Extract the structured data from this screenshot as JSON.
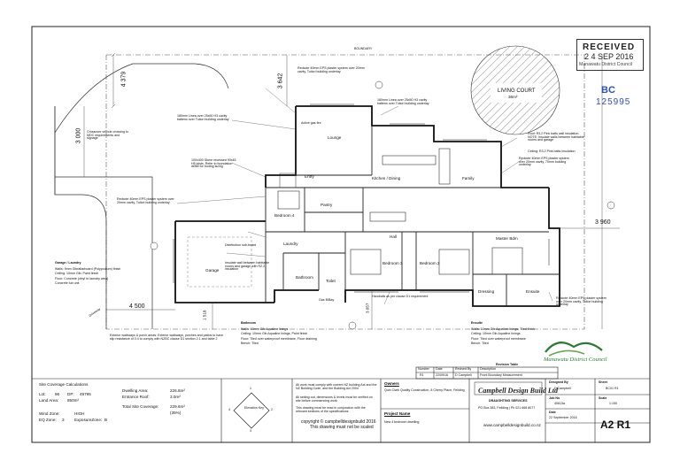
{
  "stamp": {
    "received": "RECEIVED",
    "date": "2 4 SEP 2016",
    "council": "Manawatu District Council"
  },
  "bc": {
    "label": "BC",
    "number": "125995"
  },
  "dims": {
    "d1": "4 379",
    "d2": "3 642",
    "d3": "3 000",
    "d4": "3 960",
    "d5": "4 500",
    "d6": "1 518",
    "d7": "3 057"
  },
  "rooms": {
    "living_court": "LIVING COURT",
    "living_court_area": "36m²",
    "lounge": "Lounge",
    "kitchen": "Kitchen / Dining",
    "family": "Family",
    "entry": "Entry",
    "bed4": "Bedroom 4",
    "pantry": "Pantry",
    "hall": "Hall",
    "bed3": "Bedroom 3",
    "bed2": "Bedroom 2",
    "master": "Master Bdm",
    "garage": "Garage",
    "bathroom": "Bathroom",
    "toilet": "Toilet",
    "laundry": "Laundry",
    "dressing": "Dressing",
    "ensuite": "Ensuite",
    "gas_bbq": "Gas B/Bay",
    "boundary": "BOUNDARY",
    "driveway": "Driveway"
  },
  "notes": [
    "Redcote 40mm EPS plaster system over 20mm cavity, Tuilori building underlay",
    "180mm Linea over 25x50 H3 cavity battens over Tuilori building underlay",
    "Active gas fire",
    "100x400 Stone recessed 90x45 H5 joists. Refer to foundation detail for footing sizing",
    "Crossover vehicle crossing to MDC requirements and signage",
    "Redcote 40mm EPS plaster system over 20mm cavity, Tuilori building underlay",
    "Distribution sub-board",
    "Insulate wall between habitable rooms and garage with R2.2 insulation",
    "Redcote 40mm EPS plaster system over 20mm cavity, 70mm building underlay",
    "180mm Linea over 25x50 H3 cavity battens over Tuilori building underlay",
    "Redcote 40mm EPS plaster system over 20mm cavity, Tuilori building underlay",
    "Roof: R3.2 Pink batts wall insulation. NOTE: Insulate walls between habitable rooms and garage",
    "Ceiling: R3.2 Pink batts insulation"
  ],
  "garage_spec": {
    "title": "Garage / Laundry",
    "lines": [
      "Walls: 9mm Gibraltarboard (Polypodium) finish",
      "Ceiling: 10mm Gib, Paint finish",
      "Floor: Concrete (vinyl to laundry area)",
      "Concrete tub unit"
    ]
  },
  "bath_spec": {
    "title": "Bathroom",
    "lines": [
      "Walls: 10mm Gib Aqualine linings",
      "Ceiling: 10mm Gib Aqualine linings, Paint finish",
      "Floor: Tiled over waterproof membrane, Floor draining",
      "Bench: Tiled"
    ]
  },
  "ensuite_spec": {
    "title": "Ensuite",
    "lines": [
      "Walls: 10mm Gib Aqualine linings, Tiled finish",
      "Ceiling: 10mm Gib Aqualine linings",
      "Floor: Tiled over waterproof membrane",
      "Bench: Tiled"
    ]
  },
  "exterior_note": "Exterior walkways & porch areas: Exterior walkways, porches and patios to have slip resistance of 0.4 to comply with NZBC clause D1 section 2.1 and table 2",
  "site": {
    "title": "Site Coverage Calculations",
    "lot_label": "Lot:",
    "lot": "96",
    "dp_label": "DP:",
    "dp": "49795",
    "land_label": "Land Area:",
    "land": "850m²",
    "wind_label": "Wind Zone:",
    "wind": "HIGH",
    "eq_label": "EQ Zone:",
    "eq": "3",
    "exposure_label": "ExposureZone:",
    "exposure": "B",
    "dwelling_label": "Dwelling Area:",
    "dwelling": "226.6m²",
    "entrance_label": "Entrance Roof:",
    "entrance": "3.0m²",
    "total_label": "Total Site Coverage:",
    "total": "229.6m²",
    "total_pct": "(35%)"
  },
  "elevation": {
    "label": "Elevation Key",
    "n": "1",
    "s": "3",
    "w": "4",
    "e": "2"
  },
  "general_notes": [
    "All work must comply with current NZ building Act and the NZ Building Code, and the Building Act 2004",
    "All setting out, dimensions & levels must be verified on site before commencing work",
    "This drawing must be read in conjunction with the relevant sections of the specifications"
  ],
  "owners": {
    "label": "Owners",
    "value": "Quin Clark Quality Construction, 8 Cherry Place, Feilding"
  },
  "project": {
    "label": "Project Name",
    "value": "New 4 bedroom dwelling"
  },
  "revision": {
    "title": "Revision Table",
    "headers": [
      "Number",
      "Date",
      "Revised By",
      "Description"
    ],
    "row": [
      "R1",
      "22/09/16",
      "D Campbell",
      "Front Boundary Measurement"
    ]
  },
  "brand": {
    "name": "Campbell Design Build Ltd",
    "sub": "DRAUGHTING SERVICES",
    "contact": "PO Box 383, Feilding | Ph 021 668 8077",
    "url": "www.campbelldesignbuild.co.nz"
  },
  "titleblock": {
    "designed_label": "Designed By",
    "designed": "D Campbell",
    "job_label": "Job No",
    "job": "40613a",
    "sheet_label": "Sheet",
    "sheet": "BC01 R1",
    "scale_label": "Scale",
    "scale": "1:150",
    "date_label": "Date",
    "date": "22 September 2016",
    "sheetno": "A2 R1"
  },
  "copyright": {
    "line1": "copyright © campbelldesignbuild 2016",
    "line2": "This drawing must not be scaled"
  },
  "mdc": {
    "name": "Manawatu District Council"
  },
  "stair_note": "Handrails as per clause D1 requirement"
}
